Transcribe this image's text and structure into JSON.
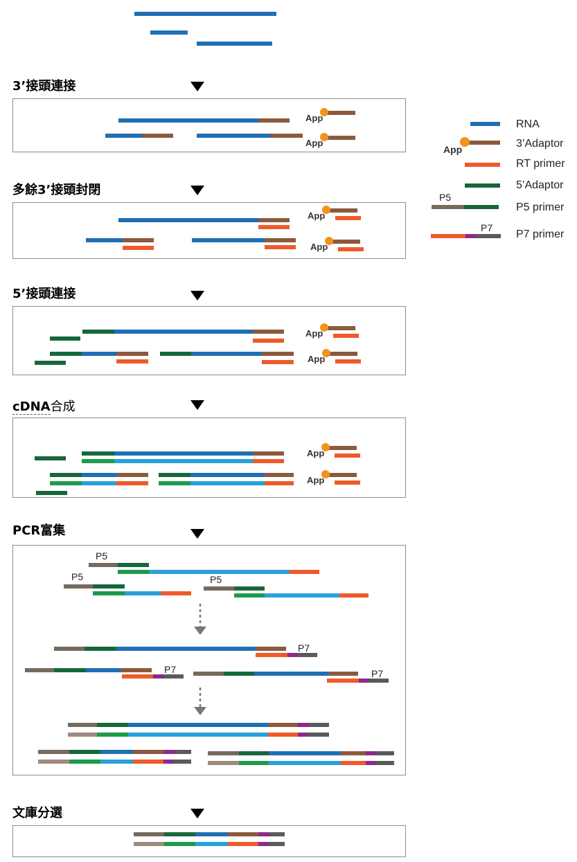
{
  "steps": [
    {
      "id": "3adaptor",
      "label": "3’接頭連接"
    },
    {
      "id": "blocking",
      "label": "多餘3’接頭封閉"
    },
    {
      "id": "5adaptor",
      "label": "5’接頭連接"
    },
    {
      "id": "cdna",
      "label_prefix": "cDNA",
      "label_suffix": "合成"
    },
    {
      "id": "pcr",
      "label": "PCR富集"
    },
    {
      "id": "library",
      "label": "文庫分選"
    }
  ],
  "marks": {
    "app": "App",
    "p5": "P5",
    "p7": "P7"
  },
  "legend": [
    {
      "label": "RNA",
      "color": "#1f6fb4"
    },
    {
      "label": "3’Adaptor",
      "color": "#8b5a3c"
    },
    {
      "label": "RT primer",
      "color": "#ee5a2a"
    },
    {
      "label": "5’Adaptor",
      "color": "#17673c"
    },
    {
      "label": "P5 primer",
      "color": "#17673c"
    },
    {
      "label": "P7 primer",
      "color": "#ee5a2a"
    }
  ],
  "colors": {
    "rna": "#1f6fb4",
    "rna_light": "#2aa1db",
    "adaptor3": "#8b5a3c",
    "rt_primer": "#ee5a2a",
    "adaptor5": "#17673c",
    "adaptor5_light": "#1e9a4c",
    "p5": "#756a5e",
    "p5_light": "#a08a80",
    "p7_mid": "#8a2a8a",
    "p7_end": "#5a5a5a",
    "app_dot": "#f0941e"
  }
}
